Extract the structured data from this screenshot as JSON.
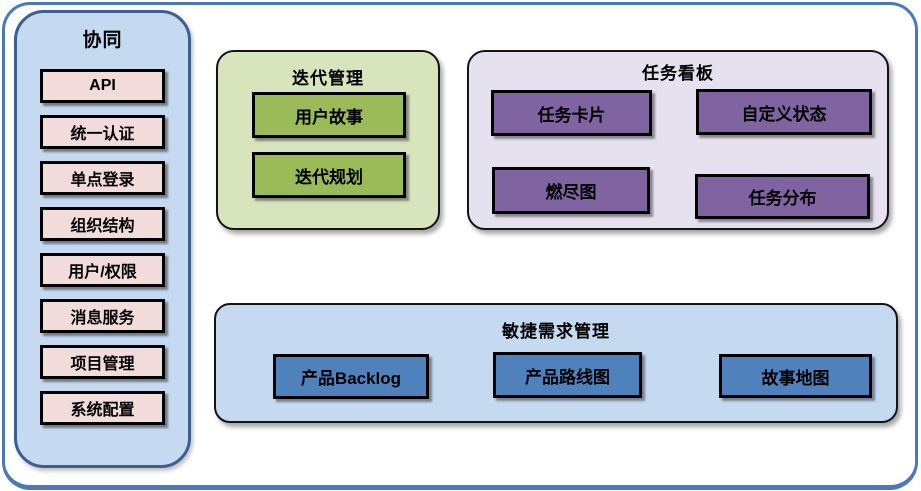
{
  "colors": {
    "frame-border": "#4a7ab5",
    "sidebar-fill": "#c5d9f1",
    "sidebar-border": "#3c5f91",
    "pink-fill": "#f2dcdb",
    "green-panel": "#d7e4bc",
    "green-button": "#9bbb59",
    "purple-panel": "#e6e1ee",
    "purple-button": "#8064a2",
    "blue-panel": "#c5d9f1",
    "blue-button": "#4f81bd",
    "box-border": "#000000",
    "text": "#000000"
  },
  "sidebar": {
    "title": "协同",
    "items": [
      {
        "label": "API"
      },
      {
        "label": "统一认证"
      },
      {
        "label": "单点登录"
      },
      {
        "label": "组织结构"
      },
      {
        "label": "用户/权限"
      },
      {
        "label": "消息服务"
      },
      {
        "label": "项目管理"
      },
      {
        "label": "系统配置"
      }
    ]
  },
  "panels": {
    "iteration": {
      "title": "迭代管理",
      "buttons": [
        {
          "label": "用户故事"
        },
        {
          "label": "迭代规划"
        }
      ]
    },
    "kanban": {
      "title": "任务看板",
      "buttons": [
        {
          "label": "任务卡片"
        },
        {
          "label": "自定义状态"
        },
        {
          "label": "燃尽图"
        },
        {
          "label": "任务分布"
        }
      ]
    },
    "requirements": {
      "title": "敏捷需求管理",
      "buttons": [
        {
          "label": "产品Backlog"
        },
        {
          "label": "产品路线图"
        },
        {
          "label": "故事地图"
        }
      ]
    }
  }
}
